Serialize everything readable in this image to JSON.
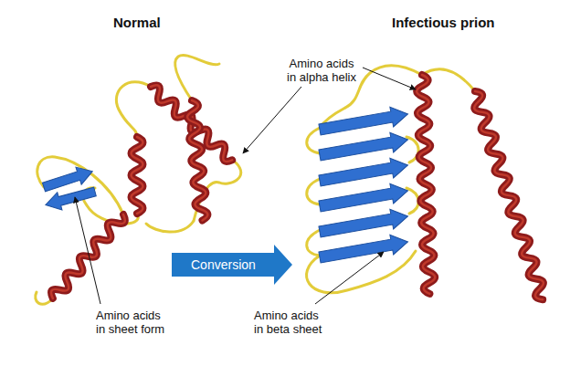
{
  "diagram": {
    "nodes": [
      {
        "text": [
          "Conversion"
        ]
      }
    ],
    "labels": [
      "Normal",
      "Infectious prion",
      "Amino acids in alpha helix",
      "Amino acids in sheet form",
      "Amino acids in beta sheet"
    ]
  }
}
